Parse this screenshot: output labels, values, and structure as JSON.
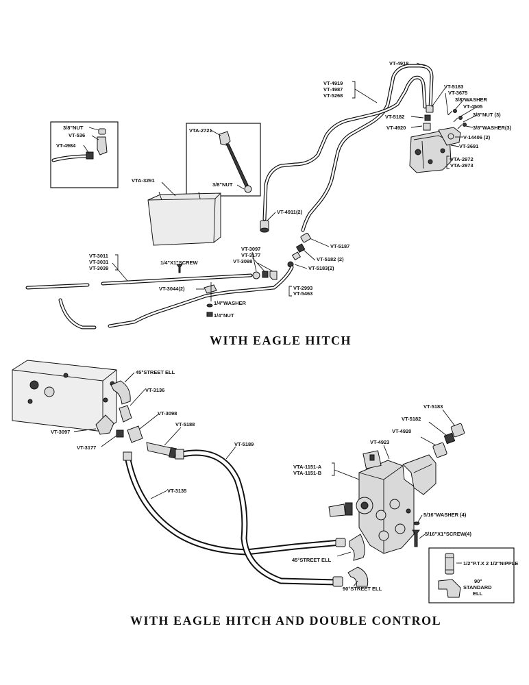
{
  "top_section": {
    "caption": "WITH EAGLE HITCH",
    "labels": {
      "vt4918": "VT-4918",
      "vt4919": "VT-4919",
      "vt4987": "VT-4987",
      "vt5268": "VT-5268",
      "vt5183a": "VT-5183",
      "vt3675": "VT-3675",
      "washer38": "3/8\"WASHER",
      "vt4505": "VT-4505",
      "nut3": "3/8\"NUT (3)",
      "vt5182a": "VT-5182",
      "vt4920a": "VT-4920",
      "washer3": "3/8\"WASHER(3)",
      "v14406": "V-14406 (2)",
      "vt3691": "VT-3691",
      "vta2972": "VTA-2972",
      "vta2973": "VTA-2973",
      "nut38a": "3/8\"NUT",
      "vt536": "VT-536",
      "vt4984": "VT-4984",
      "vta2721": "VTA-2721",
      "nut38b": "3/8\"NUT",
      "vta3291": "VTA-3291",
      "vt4911": "VT-4911(2)",
      "vt3097a": "VT-3097",
      "vt3177a": "VT-3177",
      "vt3098a": "VT-3098",
      "vt5187": "VT-5187",
      "vt5182b": "VT-5182 (2)",
      "vt5183b": "VT-5183(2)",
      "vt3011": "VT-3011",
      "vt3031": "VT-3031",
      "vt3039": "VT-3039",
      "screw": "1/4\"X1\"SCREW",
      "vt3044": "VT-3044(2)",
      "washer14": "1/4\"WASHER",
      "nut14": "1/4\"NUT",
      "vt2993": "VT-2993",
      "vt5463": "VT-5463"
    }
  },
  "bottom_section": {
    "caption": "WITH EAGLE HITCH AND DOUBLE CONTROL",
    "labels": {
      "street_ell_45a": "45°STREET ELL",
      "vt3136": "VT-3136",
      "vt3098b": "VT-3098",
      "vt5188": "VT-5188",
      "vt3097b": "VT-3097",
      "vt3177b": "VT-3177",
      "vt5189": "VT-5189",
      "vt3135": "VT-3135",
      "vt5183c": "VT-5183",
      "vt5182c": "VT-5182",
      "vt4920b": "VT-4920",
      "vt4923": "VT-4923",
      "vta1151a": "VTA-1151-A",
      "vta1151b": "VTA-1151-B",
      "washer516": "5/16\"WASHER (4)",
      "screw516": "5/16\"X1\"SCREW(4)",
      "street_ell_45b": "45°STREET ELL",
      "street_ell_90": "90°STREET ELL",
      "nipple": "1/2\"P.T.X 2 1/2\"NIPPLE",
      "std_ell_1": "90°",
      "std_ell_2": "STANDARD",
      "std_ell_3": "ELL"
    }
  }
}
